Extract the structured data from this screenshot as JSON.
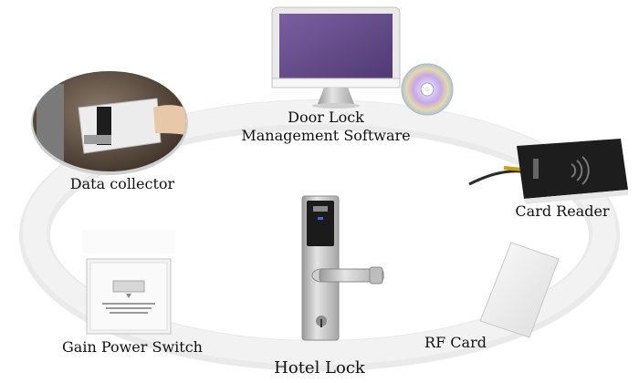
{
  "nodes": {
    "software": {
      "label_line1": "Door Lock",
      "label_line2": "Management Software"
    },
    "card_reader": {
      "label": "Card Reader"
    },
    "rf_card": {
      "label": "RF Card"
    },
    "hotel_lock": {
      "label": "Hotel Lock"
    },
    "power_switch": {
      "label": "Gain Power Switch"
    },
    "data_collector": {
      "label": "Data collector"
    }
  },
  "icons": [
    "monitor-icon",
    "cd-disc-icon",
    "card-reader-icon",
    "rf-card-icon",
    "hotel-lock-icon",
    "power-switch-icon",
    "data-collector-icon"
  ],
  "colors": {
    "ring": "#eeeeee",
    "ring_shadow": "#d6d6d6",
    "screen": "#6a4c8c",
    "metal": "#c8c8c8"
  }
}
